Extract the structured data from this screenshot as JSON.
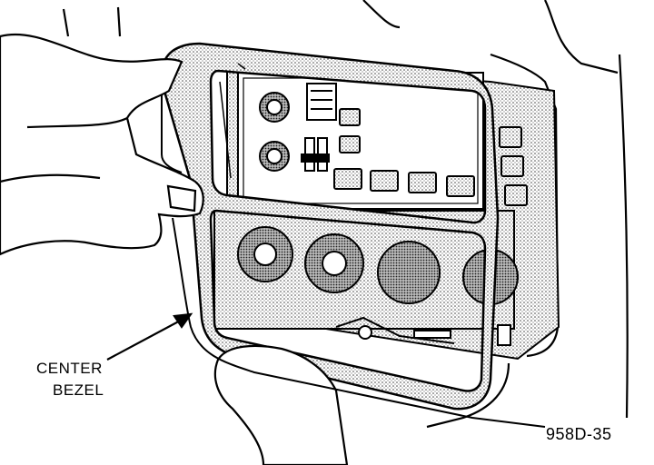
{
  "callout": {
    "line1": "CENTER",
    "line2": "BEZEL"
  },
  "figure": {
    "id": "958D-35"
  },
  "colors": {
    "ink": "#000000",
    "paper": "#ffffff",
    "stipple": "#8a8a8a"
  }
}
